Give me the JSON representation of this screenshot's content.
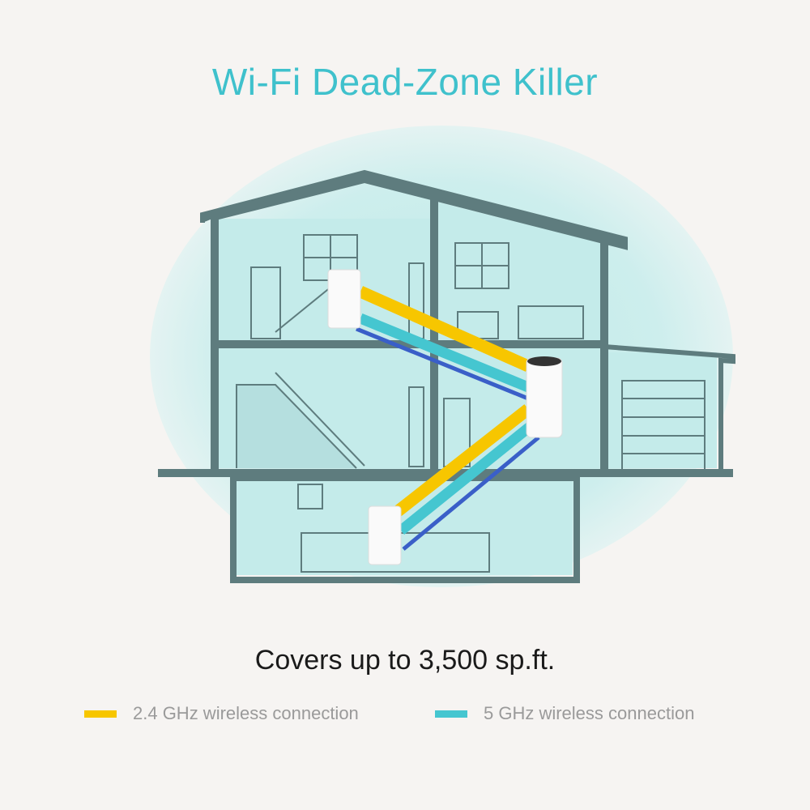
{
  "title": "Wi-Fi Dead-Zone Killer",
  "subtitle": "Covers up to 3,500 sp.ft.",
  "legend": [
    {
      "label": "2.4 GHz wireless connection",
      "color": "#f7c600"
    },
    {
      "label": "5 GHz wireless connection",
      "color": "#45c6d0"
    }
  ],
  "colors": {
    "accent": "#3fc1cc",
    "wall": "#5e7c7e",
    "interior": "#c4ebea",
    "link_blue": "#3a5fc8"
  },
  "devices": [
    "mesh-extender-top",
    "mesh-router-center",
    "mesh-extender-bottom"
  ]
}
